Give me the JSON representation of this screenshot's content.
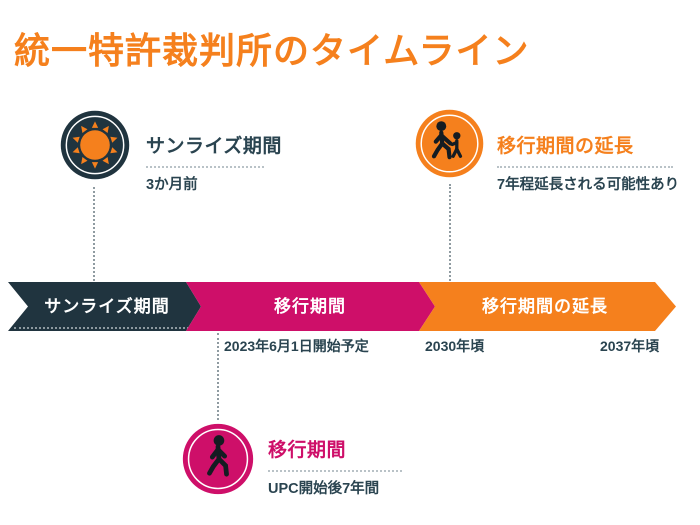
{
  "page": {
    "title": "統一特許裁判所のタイムライン"
  },
  "colors": {
    "accent_orange": "#f5801d",
    "accent_pink": "#ce0f69",
    "accent_dark_navy": "#20343f",
    "text_dark": "#2a4450",
    "separator_gray": "#b9c2c7"
  },
  "callouts": {
    "sunrise": {
      "title": "サンライズ期間",
      "subtitle": "3か月前",
      "icon": "sun-icon"
    },
    "extension": {
      "title": "移行期間の延長",
      "subtitle": "7年程延長される可能性あり",
      "icon": "adult-child-walking-icon"
    },
    "transition": {
      "title": "移行期間",
      "subtitle": "UPC開始後7年間",
      "icon": "person-walking-icon"
    }
  },
  "timeline": {
    "segments": [
      {
        "label": "サンライズ期間",
        "color": "#20343f"
      },
      {
        "label": "移行期間",
        "color": "#ce0f69"
      },
      {
        "label": "移行期間の延長",
        "color": "#f5801d"
      }
    ],
    "milestones": [
      {
        "label": "2023年6月1日開始予定"
      },
      {
        "label": "2030年頃"
      },
      {
        "label": "2037年頃"
      }
    ]
  }
}
